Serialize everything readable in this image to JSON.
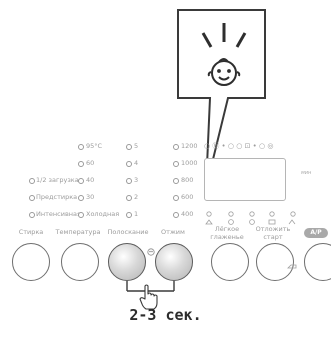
{
  "washing_options_col": [
    {
      "label": "1/2 загрузка",
      "key": "half_load"
    },
    {
      "label": "Предстирка",
      "key": "prewash"
    },
    {
      "label": "Интенсивная",
      "key": "intensive"
    }
  ],
  "temperature_col": [
    "95°C",
    "60",
    "40",
    "30",
    "Холодная"
  ],
  "rinse_col": [
    "5",
    "4",
    "3",
    "2",
    "1"
  ],
  "spin_col": [
    "1200",
    "1000",
    "800",
    "600",
    "400"
  ],
  "top_icons": "○ Ⓤ • ○    ○ ⊡ • ○ ◎",
  "display_unit": "мин",
  "bottom_buttons": {
    "wash": "Стирка",
    "temperature": "Температура",
    "rinse": "Полоскание",
    "spin": "Отжим",
    "easy_iron_line1": "Лёгкое",
    "easy_iron_line2": "глаженье",
    "delay_line1": "Отложить",
    "delay_line2": "старт"
  },
  "badge_text": "A/P",
  "caption": "2-3 сек."
}
